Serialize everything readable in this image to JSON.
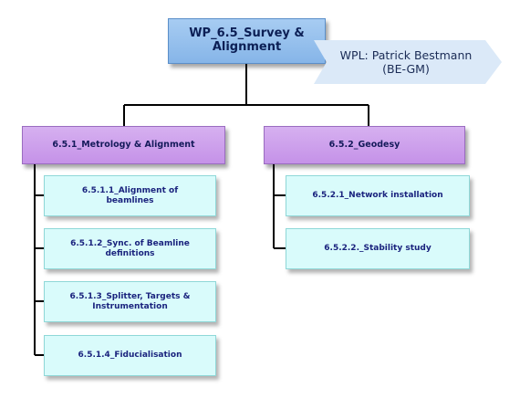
{
  "root": {
    "label": "WP_6.5_Survey & Alignment"
  },
  "leader": {
    "label": "WPL: Patrick Bestmann (BE-GM)"
  },
  "branches": [
    {
      "label": "6.5.1_Metrology & Alignment",
      "children": [
        "6.5.1.1_Alignment of beamlines",
        "6.5.1.2_Sync. of Beamline definitions",
        "6.5.1.3_Splitter, Targets & Instrumentation",
        "6.5.1.4_Fiducialisation"
      ]
    },
    {
      "label": "6.5.2_Geodesy",
      "children": [
        "6.5.2.1_Network installation",
        "6.5.2.2._Stability study"
      ]
    }
  ],
  "colors": {
    "root_fill": "#9fc5f0",
    "leader_fill": "#dbe9f8",
    "branch_fill": "#cfa3ef",
    "leaf_fill": "#d9fbfb",
    "connector": "#000000"
  }
}
